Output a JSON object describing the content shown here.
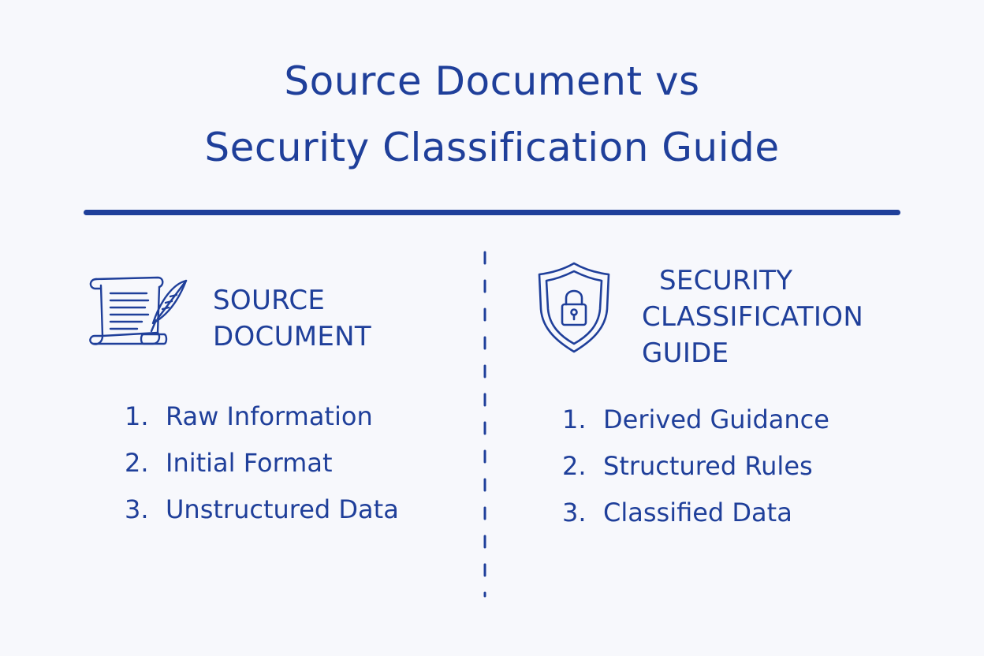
{
  "title": {
    "line1": "Source Document vs",
    "line2": "Security Classification Guide"
  },
  "colors": {
    "ink": "#1f3f9a",
    "background": "#f7f8fc"
  },
  "left": {
    "icon": "scroll-quill-icon",
    "heading_line1": "SOURCE",
    "heading_line2": "DOCUMENT",
    "items": [
      {
        "num": "1.",
        "label": "Raw Information"
      },
      {
        "num": "2.",
        "label": "Initial Format"
      },
      {
        "num": "3.",
        "label": "Unstructured Data"
      }
    ]
  },
  "right": {
    "icon": "shield-lock-icon",
    "heading_line1": "SECURITY",
    "heading_line2": "CLASSIFICATION",
    "heading_line3": "GUIDE",
    "items": [
      {
        "num": "1.",
        "label": "Derived Guidance"
      },
      {
        "num": "2.",
        "label": "Structured Rules"
      },
      {
        "num": "3.",
        "label": "Classified Data"
      }
    ]
  }
}
